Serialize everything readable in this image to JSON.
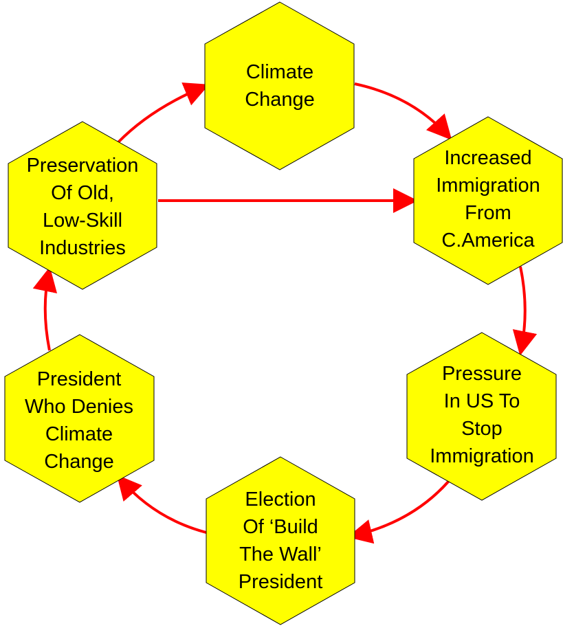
{
  "nodes": [
    {
      "id": "climate-change",
      "label": "Climate\nChange"
    },
    {
      "id": "increased-immigration",
      "label": "Increased\nImmigration\nFrom\nC.America"
    },
    {
      "id": "pressure-stop-immigration",
      "label": "Pressure\nIn US To\nStop\nImmigration"
    },
    {
      "id": "election-build-wall",
      "label": "Election\nOf ‘Build\nThe Wall’\nPresident"
    },
    {
      "id": "president-denies-climate",
      "label": "President\nWho Denies\nClimate\nChange"
    },
    {
      "id": "preservation-industries",
      "label": "Preservation\nOf Old,\nLow-Skill\nIndustries"
    }
  ],
  "edges": [
    {
      "from": "climate-change",
      "to": "increased-immigration"
    },
    {
      "from": "increased-immigration",
      "to": "pressure-stop-immigration"
    },
    {
      "from": "pressure-stop-immigration",
      "to": "election-build-wall"
    },
    {
      "from": "election-build-wall",
      "to": "president-denies-climate"
    },
    {
      "from": "president-denies-climate",
      "to": "preservation-industries"
    },
    {
      "from": "preservation-industries",
      "to": "climate-change"
    },
    {
      "from": "preservation-industries",
      "to": "increased-immigration"
    }
  ],
  "colors": {
    "node_fill": "#ffff00",
    "node_stroke": "#000000",
    "arrow": "#ff0000",
    "text": "#000000",
    "background": "#ffffff"
  }
}
